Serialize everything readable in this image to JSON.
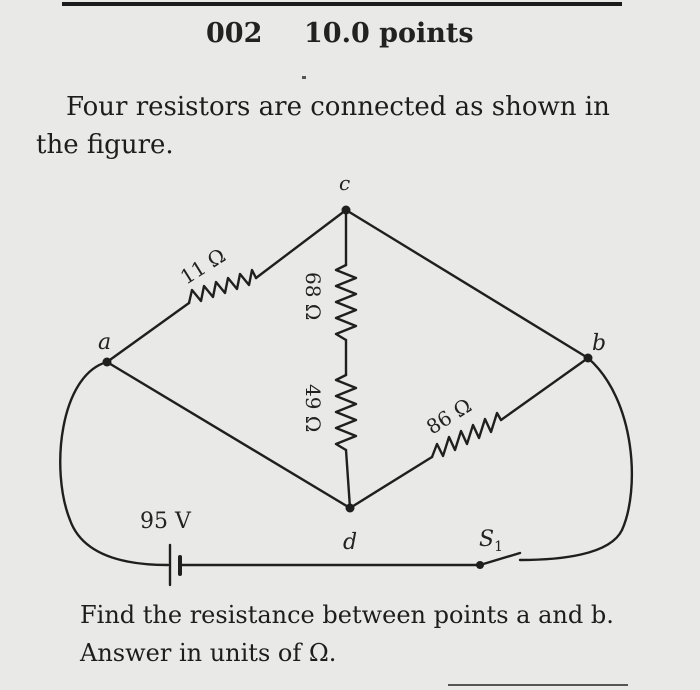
{
  "header": {
    "problem_number": "002",
    "points": "10.0 points"
  },
  "intro": {
    "line1": "Four resistors are connected as shown in",
    "line2": "the figure."
  },
  "circuit": {
    "nodes": {
      "a": "a",
      "b": "b",
      "c": "c",
      "d": "d"
    },
    "resistors": {
      "r_ac": "11 Ω",
      "r_cd_top": "68 Ω",
      "r_cd_bottom": "49 Ω",
      "r_db": "86 Ω"
    },
    "battery": "95 V",
    "switch": "S",
    "switch_sub": "1"
  },
  "question": {
    "line1": "Find the resistance between points a and b.",
    "line2": "Answer in units of Ω."
  }
}
